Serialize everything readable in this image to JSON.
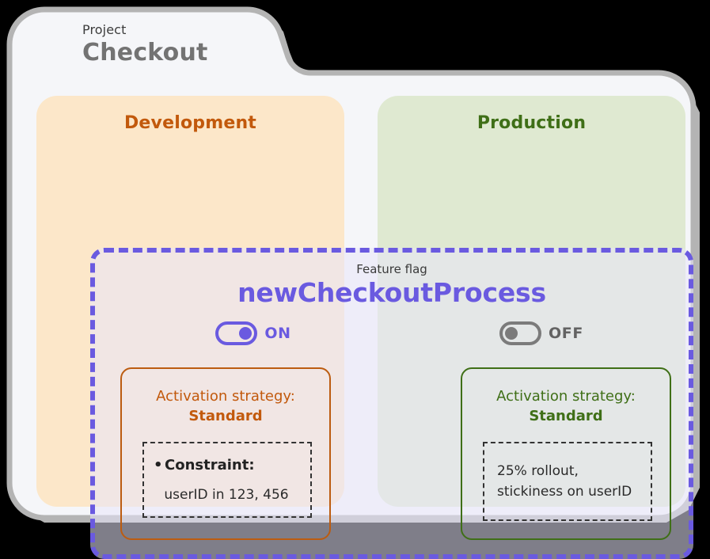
{
  "project": {
    "kicker": "Project",
    "name": "Checkout"
  },
  "feature_flag": {
    "label": "Feature flag",
    "name": "newCheckoutProcess"
  },
  "environments": [
    {
      "title": "Development",
      "toggle_state": "ON",
      "strategy_label": "Activation strategy:",
      "strategy_value": "Standard",
      "detail_heading": "Constraint:",
      "detail_value": "userID in 123, 456",
      "accent_color": "#c2590c"
    },
    {
      "title": "Production",
      "toggle_state": "OFF",
      "strategy_label": "Activation strategy:",
      "strategy_value": "Standard",
      "detail_line_1": "25% rollout,",
      "detail_line_2": "stickiness on userID",
      "accent_color": "#3f6f17"
    }
  ],
  "colors": {
    "flag_purple": "#6a5ae0",
    "dev_background": "#fce7c9",
    "prod_background": "#dfe9d1",
    "card_background": "#f5f6f9",
    "card_border": "#b4b4b4",
    "toggle_off_gray": "#7b7b7b"
  }
}
